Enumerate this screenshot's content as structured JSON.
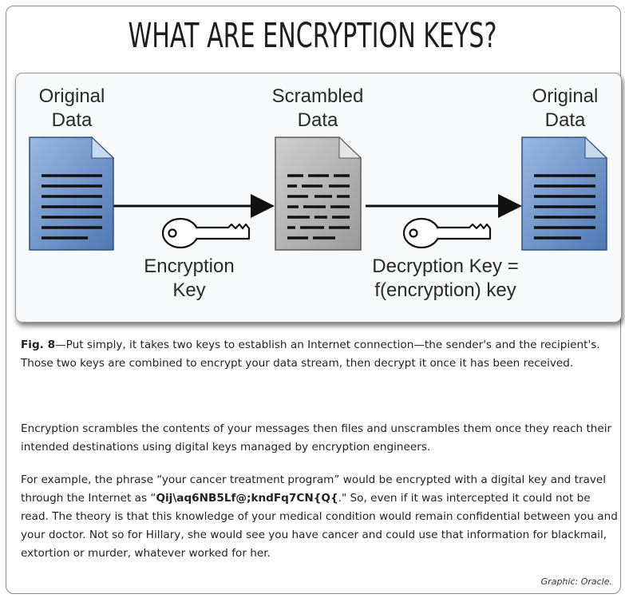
{
  "title": "WHAT ARE ENCRYPTION KEYS?",
  "diagram": {
    "original_data_left": "Original\nData",
    "scrambled_data": "Scrambled\nData",
    "original_data_right": "Original\nData",
    "encryption_key": "Encryption\nKey",
    "decryption_key": "Decryption Key =\nf(encryption) key",
    "colors": {
      "doc_blue": "#5b86c0",
      "doc_gray": "#a7a7a7",
      "doc_lines": "#1a1a1a",
      "arrow": "#111111"
    }
  },
  "caption": {
    "fig_label": "Fig. 8",
    "text": "—Put simply, it takes two keys to establish an Internet connection—the sender's and the recipient's. Those two keys are combined to encrypt your data stream, then decrypt it once it has been received."
  },
  "paragraphs": {
    "p1": "Encryption scrambles the contents of your messages then files and unscrambles them once they reach their intended destinations using digital keys managed by encryption engineers.",
    "p2_before": "For example, the phrase “your cancer treatment program” would be encrypted with a digital key and travel through the Internet as “",
    "p2_code": "Qij\\aq6NB5Lf@;kndFq7CN{Q{",
    "p2_after": ".\" So, even if it was intercepted it could not be read. The theory is that this knowledge of your medical condition would remain confidential between you and your doctor. Not so for Hillary, she would see you have cancer and could use that information for blackmail, extortion or murder, whatever worked for her."
  },
  "credit": "Graphic: Oracle."
}
